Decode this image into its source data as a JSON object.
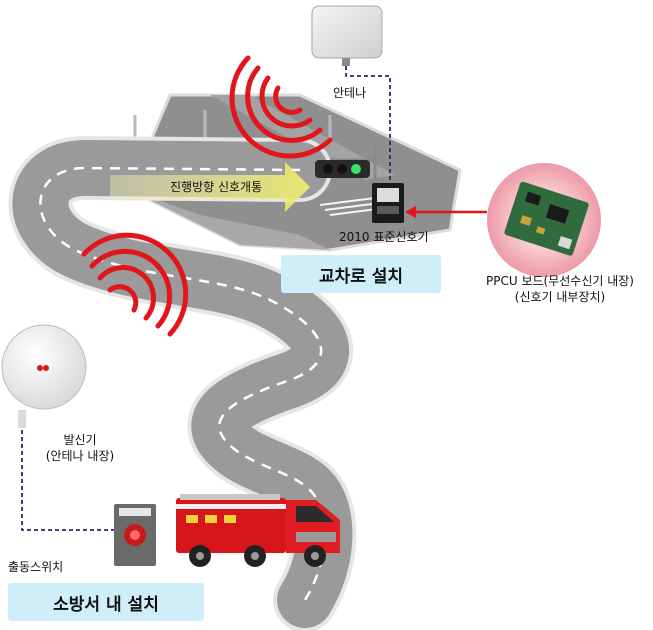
{
  "labels": {
    "antenna": "안테나",
    "signal_flow": "진행방향 신호개통",
    "standard_signal": "2010 표준신호기",
    "ppcu_line1": "PPCU 보드(무선수신기 내장)",
    "ppcu_line2": "(신호기 내부장치)",
    "transmitter_line1": "발신기",
    "transmitter_line2": "(안테나 내장)",
    "dispatch_switch": "출동스위치"
  },
  "boxes": {
    "intersection": "교차로 설치",
    "fire_station": "소방서 내 설치"
  },
  "colors": {
    "road": "#9a9a9a",
    "road_edge": "#e6e6e6",
    "lane_mark": "#ffffff",
    "wave_red": "#e0161c",
    "arrow_yellow": "#f2f08a",
    "box_blue": "#cfeefa",
    "dashed_line": "#1f2f6e",
    "link_red": "#e0161c",
    "truck_red": "#d7161c",
    "board_green": "#2f6b3c"
  }
}
